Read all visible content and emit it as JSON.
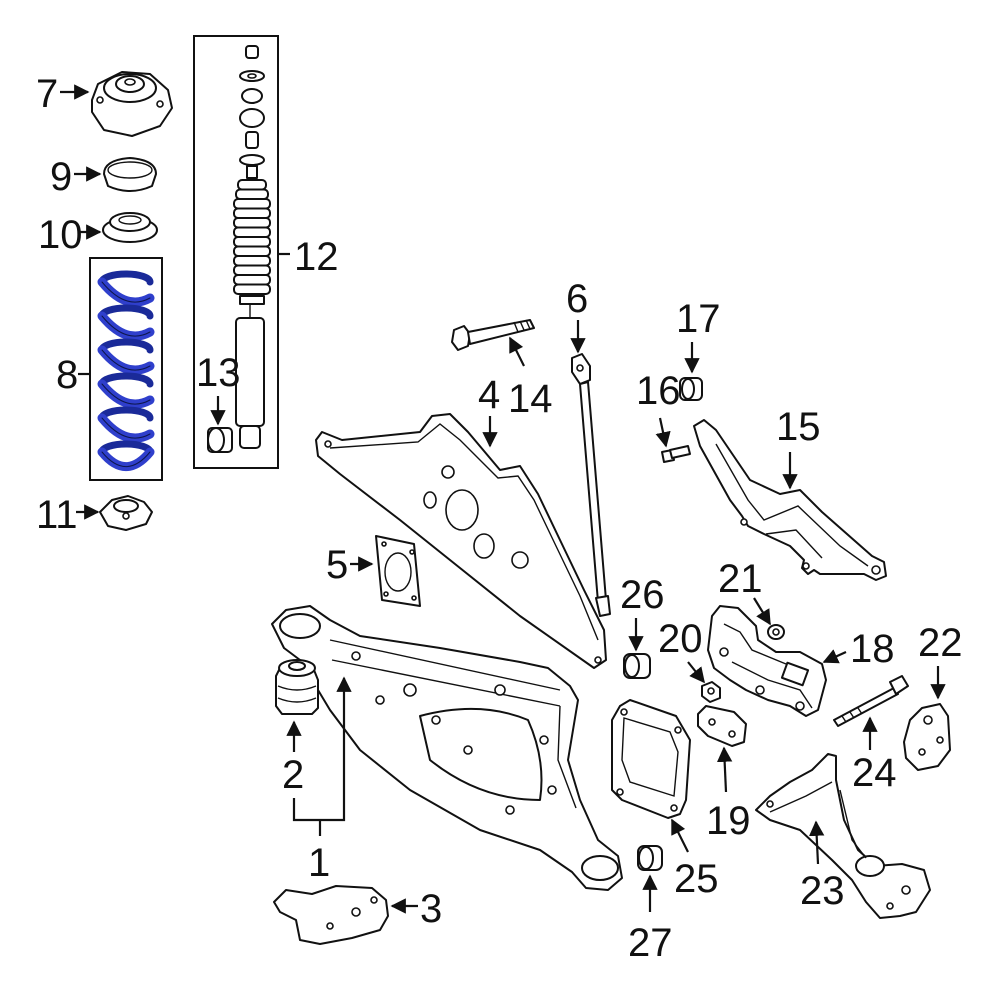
{
  "callouts": {
    "c1": "1",
    "c2": "2",
    "c3": "3",
    "c4": "4",
    "c5": "5",
    "c6": "6",
    "c7": "7",
    "c8": "8",
    "c9": "9",
    "c10": "10",
    "c11": "11",
    "c12": "12",
    "c13": "13",
    "c14": "14",
    "c15": "15",
    "c16": "16",
    "c17": "17",
    "c18": "18",
    "c19": "19",
    "c20": "20",
    "c21": "21",
    "c22": "22",
    "c23": "23",
    "c24": "24",
    "c25": "25",
    "c26": "26",
    "c27": "27"
  },
  "colors": {
    "highlight": "#2f3fcc",
    "highlight_dark": "#1a2a99",
    "line": "#111111",
    "background": "#ffffff"
  },
  "highlighted_part": "8"
}
